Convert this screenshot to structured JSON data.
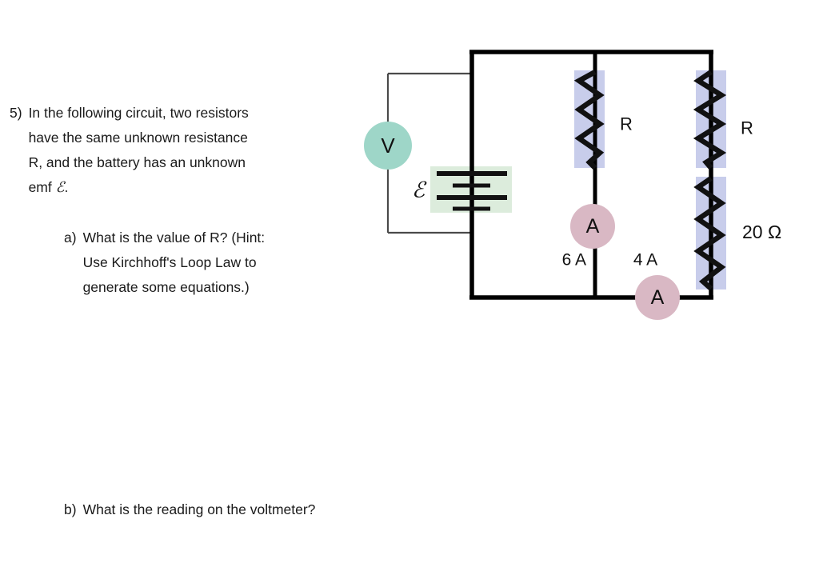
{
  "problem": {
    "number": "5)",
    "statement_lines": [
      "In the following circuit, two resistors",
      "have the same unknown resistance",
      "R, and the battery has an unknown",
      "emf "
    ],
    "emf_symbol": "ℰ",
    "emf_trailing": "."
  },
  "subquestions": [
    {
      "marker": "a)",
      "lines": [
        "What is the value of R? (Hint:",
        "Use Kirchhoff's Loop Law to",
        "generate some equations.)"
      ]
    },
    {
      "marker": "b)",
      "lines": [
        "What is the reading on the voltmeter?"
      ]
    }
  ],
  "circuit": {
    "voltmeter": {
      "symbol": "V",
      "name": "voltmeter"
    },
    "battery": {
      "symbol": "ℰ",
      "name": "battery-emf"
    },
    "resistors": [
      {
        "id": "middle-resistor",
        "label": "R"
      },
      {
        "id": "right-top-resistor",
        "label": "R"
      },
      {
        "id": "right-bottom-resistor",
        "label": "20 Ω"
      }
    ],
    "ammeters": [
      {
        "id": "middle-ammeter",
        "symbol": "A",
        "reading": "6 A"
      },
      {
        "id": "bottom-ammeter",
        "symbol": "A",
        "reading": "4 A"
      }
    ],
    "colors": {
      "wire": "#000000",
      "thin_wire": "#4a4a4a",
      "voltmeter_fill": "#9ed6c8",
      "battery_fill": "#dcecdc",
      "resistor_fill": "#c8cdeb",
      "ammeter_fill": "#d9b8c4"
    }
  }
}
